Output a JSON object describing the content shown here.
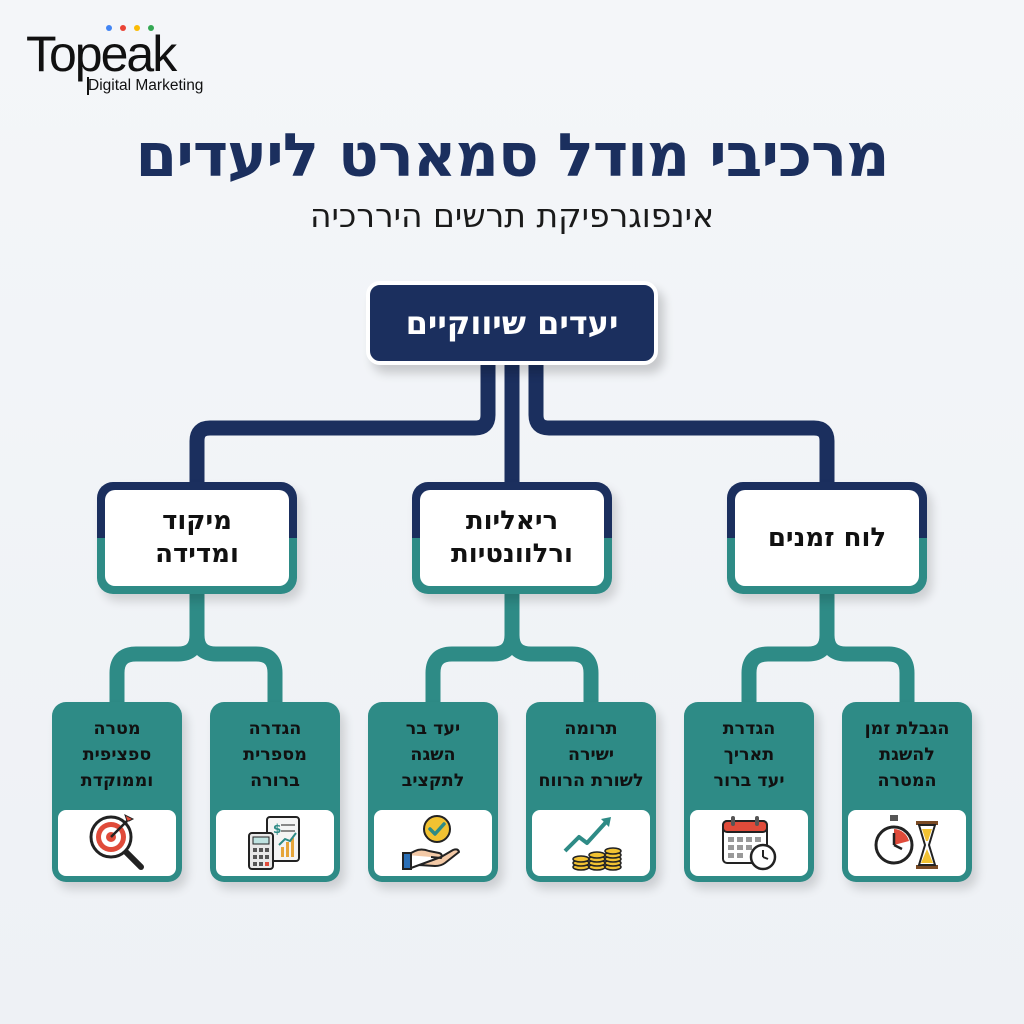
{
  "logo": {
    "word": "Topeak",
    "tagline": "Digital Marketing",
    "dot_colors": [
      "#4285f4",
      "#ea4335",
      "#fbbc05",
      "#34a853"
    ]
  },
  "title": "מרכיבי מודל סמארט ליעדים",
  "subtitle": "אינפוגרפיקת תרשים היררכיה",
  "root": {
    "label": "יעדים שיווקיים"
  },
  "categories": [
    {
      "label": "מיקוד\nומדידה",
      "children": [
        {
          "label": "מטרה\nספציפית\nוממוקדת",
          "icon": "target-magnifier-icon"
        },
        {
          "label": "הגדרה\nמספרית\nברורה",
          "icon": "calculator-report-icon"
        }
      ]
    },
    {
      "label": "ריאליות\nורלוונטיות",
      "children": [
        {
          "label": "יעד בר\nהשגה\nלתקציב",
          "icon": "hand-checkmark-icon"
        },
        {
          "label": "תרומה\nישירה\nלשורת הרווח",
          "icon": "coins-growth-icon"
        }
      ]
    },
    {
      "label": "לוח זמנים",
      "children": [
        {
          "label": "הגדרת\nתאריך\nיעד ברור",
          "icon": "calendar-clock-icon"
        },
        {
          "label": "הגבלת זמן\nלהשגת\nהמטרה",
          "icon": "stopwatch-hourglass-icon"
        }
      ]
    }
  ],
  "colors": {
    "navy": "#1b2f5e",
    "teal": "#2e8b86",
    "background": "#f2f4f7"
  }
}
